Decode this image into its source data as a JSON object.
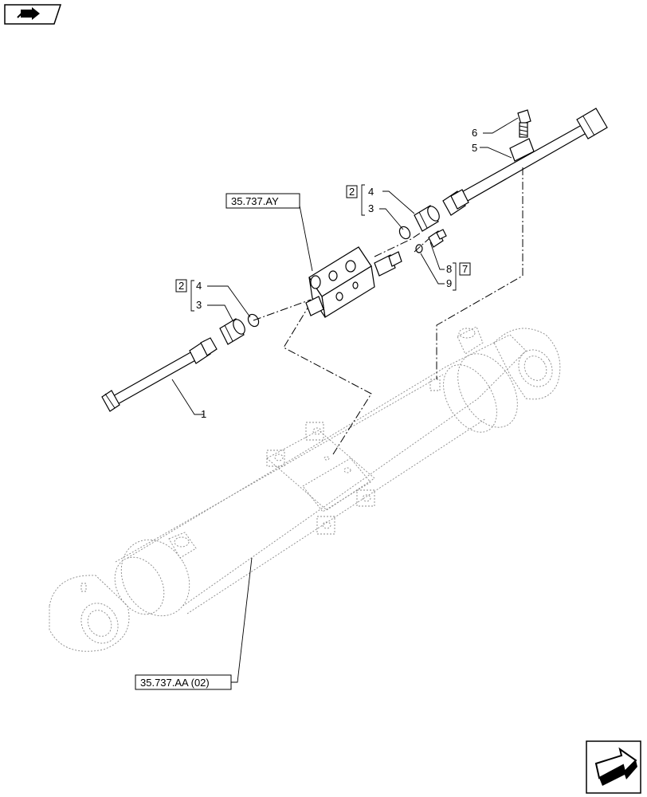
{
  "callouts": {
    "c1": "1",
    "c2a": "2",
    "c4a": "4",
    "c3a": "3",
    "c2b": "2",
    "c4b": "4",
    "c3b": "3",
    "c5": "5",
    "c6": "6",
    "c8": "8",
    "c9": "9",
    "c7": "7"
  },
  "references": {
    "valve_block": "35.737.AY",
    "cylinder": "35.737.AA (02)"
  },
  "icons": {
    "top_left": "navigation-tab-icon",
    "bottom_right": "next-page-arrow-icon"
  }
}
